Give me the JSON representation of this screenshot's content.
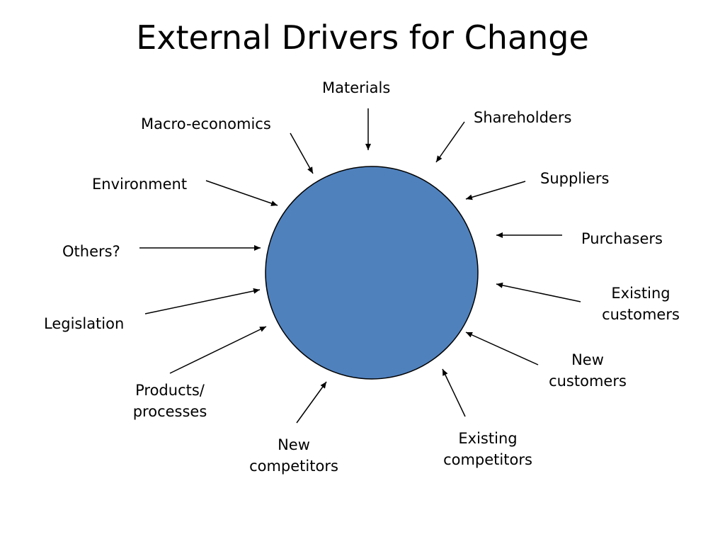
{
  "title": "External Drivers for Change",
  "colors": {
    "circle_fill": "#4f81bd",
    "circle_stroke": "#000000",
    "arrow": "#000000"
  },
  "drivers": {
    "materials": "Materials",
    "shareholders": "Shareholders",
    "macro_economics": "Macro-economics",
    "suppliers": "Suppliers",
    "environment": "Environment",
    "purchasers": "Purchasers",
    "others": "Others?",
    "existing_customers_line1": "Existing",
    "existing_customers_line2": "customers",
    "legislation": "Legislation",
    "new_customers_line1": "New",
    "new_customers_line2": "customers",
    "products_line1": "Products/",
    "products_line2": "processes",
    "existing_competitors_line1": "Existing",
    "existing_competitors_line2": "competitors",
    "new_competitors_line1": "New",
    "new_competitors_line2": "competitors"
  }
}
